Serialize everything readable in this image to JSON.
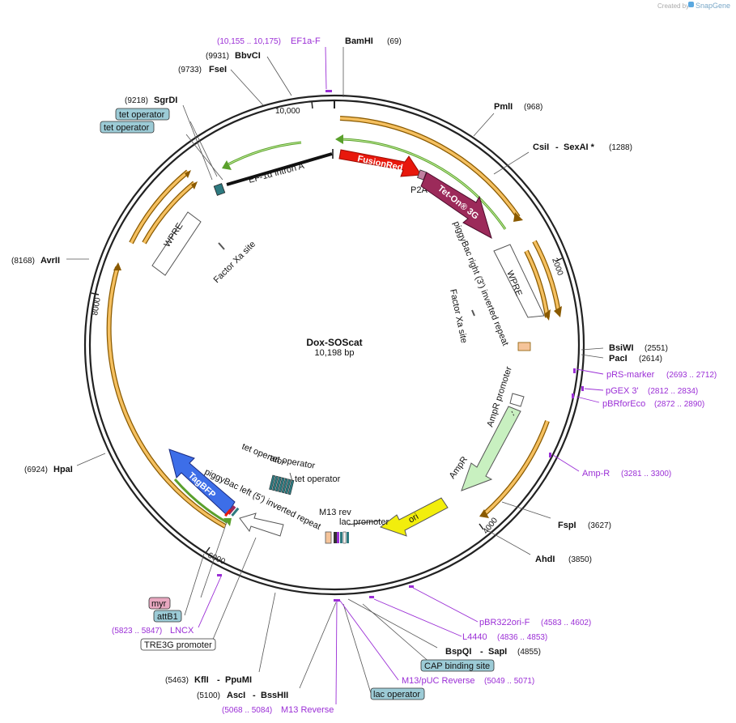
{
  "credit": {
    "text": "Created by",
    "brand": "SnapGene"
  },
  "plasmid": {
    "name": "Dox-SOScat",
    "size": "10,198 bp"
  },
  "ticks": [
    "10,000",
    "2000",
    "4000",
    "6000",
    "8000"
  ],
  "enzymes": [
    {
      "name": "BamHI",
      "pos": "(69)"
    },
    {
      "name": "PmlI",
      "pos": "(968)"
    },
    {
      "name": "CsiI",
      "name2": "SexAI *",
      "pos": "(1288)"
    },
    {
      "name": "BsiWI",
      "pos": "(2551)"
    },
    {
      "name": "PacI",
      "pos": "(2614)"
    },
    {
      "name": "FspI",
      "pos": "(3627)"
    },
    {
      "name": "AhdI",
      "pos": "(3850)"
    },
    {
      "name": "BspQI",
      "name2": "SapI",
      "pos": "(4855)"
    },
    {
      "name": "AscI",
      "name2": "BssHII",
      "pos": "(5100)"
    },
    {
      "name": "KflI",
      "name2": "PpuMI",
      "pos": "(5463)"
    },
    {
      "name": "HpaI",
      "pos": "(6924)"
    },
    {
      "name": "AvrII",
      "pos": "(8168)"
    },
    {
      "name": "SgrDI",
      "pos": "(9218)"
    },
    {
      "name": "FseI",
      "pos": "(9733)"
    },
    {
      "name": "BbvCI",
      "pos": "(9931)"
    }
  ],
  "primers": [
    {
      "name": "EF1a-F",
      "pos": "(10,155 .. 10,175)"
    },
    {
      "name": "pRS-marker",
      "pos": "(2693 .. 2712)"
    },
    {
      "name": "pGEX 3'",
      "pos": "(2812 .. 2834)"
    },
    {
      "name": "pBRforEco",
      "pos": "(2872 .. 2890)"
    },
    {
      "name": "Amp-R",
      "pos": "(3281 .. 3300)"
    },
    {
      "name": "pBR322ori-F",
      "pos": "(4583 .. 4602)"
    },
    {
      "name": "L4440",
      "pos": "(4836 .. 4853)"
    },
    {
      "name": "M13/pUC Reverse",
      "pos": "(5049 .. 5071)"
    },
    {
      "name": "M13 Reverse",
      "pos": "(5068 .. 5084)"
    },
    {
      "name": "LNCX",
      "pos": "(5823 .. 5847)"
    }
  ],
  "pills": {
    "tet_operator_1": "tet operator",
    "tet_operator_2": "tet operator",
    "myr": "myr",
    "attB1": "attB1",
    "tre3g": "TRE3G promoter",
    "cap": "CAP binding site",
    "lac_operator": "lac operator"
  },
  "features": {
    "fusionred": "FusionRed",
    "teton": "Tet-On® 3G",
    "tagbfp": "TagBFP",
    "ori": "ori",
    "p2a": "P2A",
    "ef1a_intron": "EF-1α intron A",
    "pb_right": "piggyBac right (3') inverted repeat",
    "wpre_right": "WPRE",
    "wpre_left": "WPRE",
    "factor_xa_right": "Factor Xa site",
    "factor_xa_left": "Factor Xa site",
    "ampr_promoter": "AmpR promoter",
    "ampr": "AmpR",
    "m13rev": "M13 rev",
    "lac_promoter": "lac promoter",
    "pb_left": "piggyBac left (5') inverted repeat",
    "tet_op_a": "tet operator",
    "tet_op_b": "tet operator",
    "tet_op_c": "tet operator"
  },
  "colors": {
    "orf": "#f5a623",
    "orf_stroke": "#8a5a00",
    "green_arc": "#5aa02c",
    "fusionred": "#e8180c",
    "teton": "#9c2a5a",
    "tagbfp": "#3d6ee8",
    "ori": "#f2ee0c",
    "ampr": "#c8f0c0",
    "primer": "#9b2fd6",
    "pill_blue": "#9ccbd6",
    "pill_pink": "#e8a8c0"
  }
}
